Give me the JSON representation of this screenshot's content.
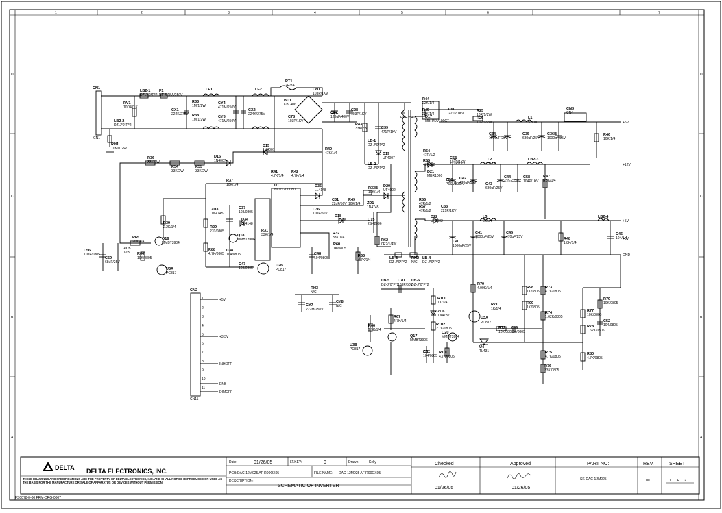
{
  "border": {
    "columns": [
      "1",
      "2",
      "3",
      "4",
      "5",
      "6",
      "7"
    ],
    "rows": [
      "D",
      "C",
      "B",
      "A"
    ]
  },
  "connectors": {
    "cn1": "CN1",
    "cn1_sub": "CN1",
    "cn2": "CN2",
    "cn2_sub": "CN11",
    "cn3": "CN3",
    "cn3_sub": "CN4",
    "cn2_pins": [
      "1",
      "2",
      "3",
      "4",
      "5",
      "6",
      "7",
      "8",
      "9",
      "10",
      "11"
    ],
    "cn2_signals": [
      "+5V",
      "+3.3V",
      "INHOFF",
      "ENB",
      "DIMOFF"
    ],
    "outputs": [
      "+5V",
      "+12V",
      "+5V",
      "+3V",
      "GND"
    ]
  },
  "parts": {
    "input": [
      {
        "ref": "LB2-1",
        "val": "DZ-J*0*P*2"
      },
      {
        "ref": "LB2-2",
        "val": "DZ-J*0*P*2"
      },
      {
        "ref": "F1",
        "val": "NE 3.15A/250V"
      },
      {
        "ref": "RV1",
        "val": "10D471K"
      },
      {
        "ref": "LF1",
        "val": ""
      },
      {
        "ref": "LF2",
        "val": ""
      },
      {
        "ref": "CX1",
        "val": "224K/275V"
      },
      {
        "ref": "CY4",
        "val": "471M/250V"
      },
      {
        "ref": "CY5",
        "val": "471M/250V"
      },
      {
        "ref": "CX2",
        "val": "224K/275V"
      },
      {
        "ref": "R33",
        "val": "1M/1/2W"
      },
      {
        "ref": "R38",
        "val": "1M/1/2W"
      },
      {
        "ref": "RH1",
        "val": "10M/1/2W"
      },
      {
        "ref": "RT1",
        "val": "2R/3A"
      },
      {
        "ref": "C80",
        "val": "103P/1KV"
      },
      {
        "ref": "BD1",
        "val": "KBL406"
      },
      {
        "ref": "C78",
        "val": "103P/1KV"
      },
      {
        "ref": "C27",
        "val": "120uF/400V"
      },
      {
        "ref": "C28",
        "val": "103P/1KV"
      }
    ],
    "primary": [
      {
        "ref": "D15",
        "val": "1N4007"
      },
      {
        "ref": "D16",
        "val": "1N4007"
      },
      {
        "ref": "R36",
        "val": "33K/2W"
      },
      {
        "ref": "R34",
        "val": "33K/2W"
      },
      {
        "ref": "R35",
        "val": "33K/2W"
      },
      {
        "ref": "R40",
        "val": "47K/1/4"
      },
      {
        "ref": "R43",
        "val": "33K/2W"
      },
      {
        "ref": "C39",
        "val": "471P/1KV"
      },
      {
        "ref": "LB-1",
        "val": "DZ-J*0*P*2"
      },
      {
        "ref": "LB-2",
        "val": "DZ-J*0*P*2"
      },
      {
        "ref": "D19",
        "val": "UF4007"
      },
      {
        "ref": "T1",
        "val": "EER3540"
      },
      {
        "ref": "U1",
        "val": "NCP1200D60"
      },
      {
        "ref": "R37",
        "val": "10K/1/4"
      },
      {
        "ref": "R41",
        "val": "4.7K/1/4"
      },
      {
        "ref": "R42",
        "val": "4.7K/1/4"
      },
      {
        "ref": "ZD3",
        "val": "1N4745"
      },
      {
        "ref": "R29",
        "val": "270/0805"
      },
      {
        "ref": "R88",
        "val": "4.7K/0805"
      },
      {
        "ref": "C37",
        "val": "103/0805"
      },
      {
        "ref": "D34",
        "val": "LL4148"
      },
      {
        "ref": "Q18",
        "val": "MMBT3906"
      },
      {
        "ref": "C38",
        "val": "104/0805"
      },
      {
        "ref": "R31",
        "val": "33K/1/4"
      },
      {
        "ref": "C47",
        "val": "103/0805"
      },
      {
        "ref": "U2B",
        "val": "PC817"
      },
      {
        "ref": "D36",
        "val": "LL4148"
      },
      {
        "ref": "R49",
        "val": "10K/1/4"
      },
      {
        "ref": "C31",
        "val": "22uF/50V"
      },
      {
        "ref": "C36",
        "val": "10uF/50V"
      },
      {
        "ref": "R33B",
        "val": "10K/1/4"
      },
      {
        "ref": "ZD1",
        "val": "1N4745"
      },
      {
        "ref": "D20",
        "val": "UF4002"
      },
      {
        "ref": "D18",
        "val": "LL4148"
      },
      {
        "ref": "R32",
        "val": "33K/1/4"
      },
      {
        "ref": "R60",
        "val": "1K/0805"
      },
      {
        "ref": "Q15",
        "val": "2SK2996"
      },
      {
        "ref": "R62",
        "val": "0R2/1/4W"
      },
      {
        "ref": "R63",
        "val": "4.7K/1/4"
      },
      {
        "ref": "C48",
        "val": "104/0805"
      },
      {
        "ref": "R39",
        "val": "2.2K/1/4"
      },
      {
        "ref": "C56",
        "val": "10nF/0805"
      },
      {
        "ref": "C59",
        "val": "68uF/25V"
      },
      {
        "ref": "R65",
        "val": "20K/1/4"
      },
      {
        "ref": "ZD5",
        "val": "12B"
      },
      {
        "ref": "R64",
        "val": "10K/0805"
      },
      {
        "ref": "Q16",
        "val": "MMBT3904"
      },
      {
        "ref": "U3A",
        "val": "PC817"
      },
      {
        "ref": "RH3",
        "val": "N/C"
      },
      {
        "ref": "CY7",
        "val": "222M/250V"
      },
      {
        "ref": "CY8",
        "val": "N/C"
      }
    ],
    "secondary": [
      {
        "ref": "R44",
        "val": "22K/1/4"
      },
      {
        "ref": "R45",
        "val": "22K/1/4"
      },
      {
        "ref": "D17",
        "val": "MBR40V100CT"
      },
      {
        "ref": "C50",
        "val": "221P/1KV"
      },
      {
        "ref": "R25",
        "val": "10R/1/2W"
      },
      {
        "ref": "R26",
        "val": "10R/1/2W"
      },
      {
        "ref": "C34",
        "val": "1000uF/25V"
      },
      {
        "ref": "C35",
        "val": "680uF/25V"
      },
      {
        "ref": "L1",
        "val": "5.0uH"
      },
      {
        "ref": "C36B",
        "val": "1000uF/25V"
      },
      {
        "ref": "C53",
        "val": "104P/1KV"
      },
      {
        "ref": "R46",
        "val": "10K/1/4"
      },
      {
        "ref": "R54",
        "val": "47R/1/2"
      },
      {
        "ref": "R55",
        "val": "47R/1/2"
      },
      {
        "ref": "C32",
        "val": "221P/1KV"
      },
      {
        "ref": "D21",
        "val": "MBR1060"
      },
      {
        "ref": "ZD8",
        "val": "P6SMB30A"
      },
      {
        "ref": "C42",
        "val": "470uF/16V"
      },
      {
        "ref": "L2",
        "val": "5.0uH"
      },
      {
        "ref": "C43",
        "val": "680uF/25V"
      },
      {
        "ref": "C44",
        "val": "470uF/25V"
      },
      {
        "ref": "C58",
        "val": "104P/1KV"
      },
      {
        "ref": "LB2-3",
        "val": ""
      },
      {
        "ref": "R47",
        "val": "6.8K/1/4"
      },
      {
        "ref": "R56",
        "val": "47R/1/2"
      },
      {
        "ref": "R57",
        "val": "47R/1/2"
      },
      {
        "ref": "C33",
        "val": "221P/1KV"
      },
      {
        "ref": "D22",
        "val": "UF4002"
      },
      {
        "ref": "L3",
        "val": "5.0uH"
      },
      {
        "ref": "C40",
        "val": "1000uF/25V"
      },
      {
        "ref": "C41",
        "val": "1000uF/25V"
      },
      {
        "ref": "C45",
        "val": "470uF/25V"
      },
      {
        "ref": "LB2-4",
        "val": ""
      },
      {
        "ref": "R48",
        "val": "1.8K/1/4"
      },
      {
        "ref": "C46",
        "val": "104/1/4"
      },
      {
        "ref": "RH2",
        "val": "N/C"
      },
      {
        "ref": "LB-3",
        "val": "DZ-J*0*P*2"
      },
      {
        "ref": "LB-4",
        "val": "DZ-J*0*P*2"
      },
      {
        "ref": "R70",
        "val": "4.99K/1/4"
      },
      {
        "ref": "R100",
        "val": "1K/1/4"
      },
      {
        "ref": "ZD6",
        "val": "1N4732"
      },
      {
        "ref": "R102",
        "val": "2.7K/0805"
      },
      {
        "ref": "Q20",
        "val": "MMBT3904"
      },
      {
        "ref": "C51",
        "val": "104/0805"
      },
      {
        "ref": "R101",
        "val": "4.7K/0805"
      },
      {
        "ref": "R71",
        "val": "1K/1/4"
      },
      {
        "ref": "U2A",
        "val": "PC817"
      },
      {
        "ref": "R72",
        "val": "10K/0805"
      },
      {
        "ref": "C49",
        "val": "104/0805"
      },
      {
        "ref": "U4",
        "val": "TL431"
      },
      {
        "ref": "R98",
        "val": "1K/0805"
      },
      {
        "ref": "R99",
        "val": "1K/0805"
      },
      {
        "ref": "R73",
        "val": "4.7K/0805"
      },
      {
        "ref": "R74",
        "val": "1.62K/0805"
      },
      {
        "ref": "R75",
        "val": "4.7K/0805"
      },
      {
        "ref": "R76",
        "val": "33K/0805"
      },
      {
        "ref": "R79",
        "val": "10K/0805"
      },
      {
        "ref": "R77",
        "val": "10K/0805"
      },
      {
        "ref": "R78",
        "val": "1.62K/0805"
      },
      {
        "ref": "C52",
        "val": "104/0805"
      },
      {
        "ref": "R80",
        "val": "4.7K/0805"
      },
      {
        "ref": "C70",
        "val": "103P/50V"
      },
      {
        "ref": "LB-5",
        "val": "DZ-J*0*P*2"
      },
      {
        "ref": "LB-6",
        "val": "DZ-J*0*P*2"
      },
      {
        "ref": "R66",
        "val": "1.5K/1/4"
      },
      {
        "ref": "R67",
        "val": "4.7K/1/4"
      },
      {
        "ref": "Q17",
        "val": "MMBT3906"
      },
      {
        "ref": "U3B",
        "val": "PC817"
      }
    ]
  },
  "title_block": {
    "company": "DELTA ELECTRONICS, INC.",
    "logo": "DELTA",
    "notice": "THESE DRAWINGS AND SPECIFICATIONS ARE THE PROPERTY OF DELTA ELECTRONICS, INC. AND SHALL NOT BE REPRODUCED OR USED AS THE BASIS FOR THE MANUFACTURE OR SALE OF APPARATUS OR DEVICES WITHOUT PERMISSION.",
    "form_no": "FS0078-0-00 FRM-DRG-0007",
    "date_label": "Date:",
    "date_value": "01/26/05",
    "lt_key_label": "LT.KEY:",
    "lt_key_value": "0",
    "drawn_label": "Drawn:",
    "drawn_value": "Kelly",
    "pcb_label": "PCB:",
    "pcb_value": "DAC-12M025 AF R00OX05",
    "file_label": "FILE NAME:",
    "file_value": "DAC-12M025 AF R00OX05",
    "desc_label": "DESCRIPTION:",
    "desc_value": "SCHEMATIC OF INVERTER",
    "checked_label": "Checked",
    "checked_date": "01/26/05",
    "approved_label": "Approved",
    "approved_date": "01/26/05",
    "partno_label": "PART NO:",
    "partno_value": "SK-DAC-12M025",
    "rev_label": "REV.",
    "rev_value": "00",
    "sheet_label": "SHEET",
    "sheet_value": "1",
    "sheet_of": "OF",
    "sheet_total": "2"
  }
}
